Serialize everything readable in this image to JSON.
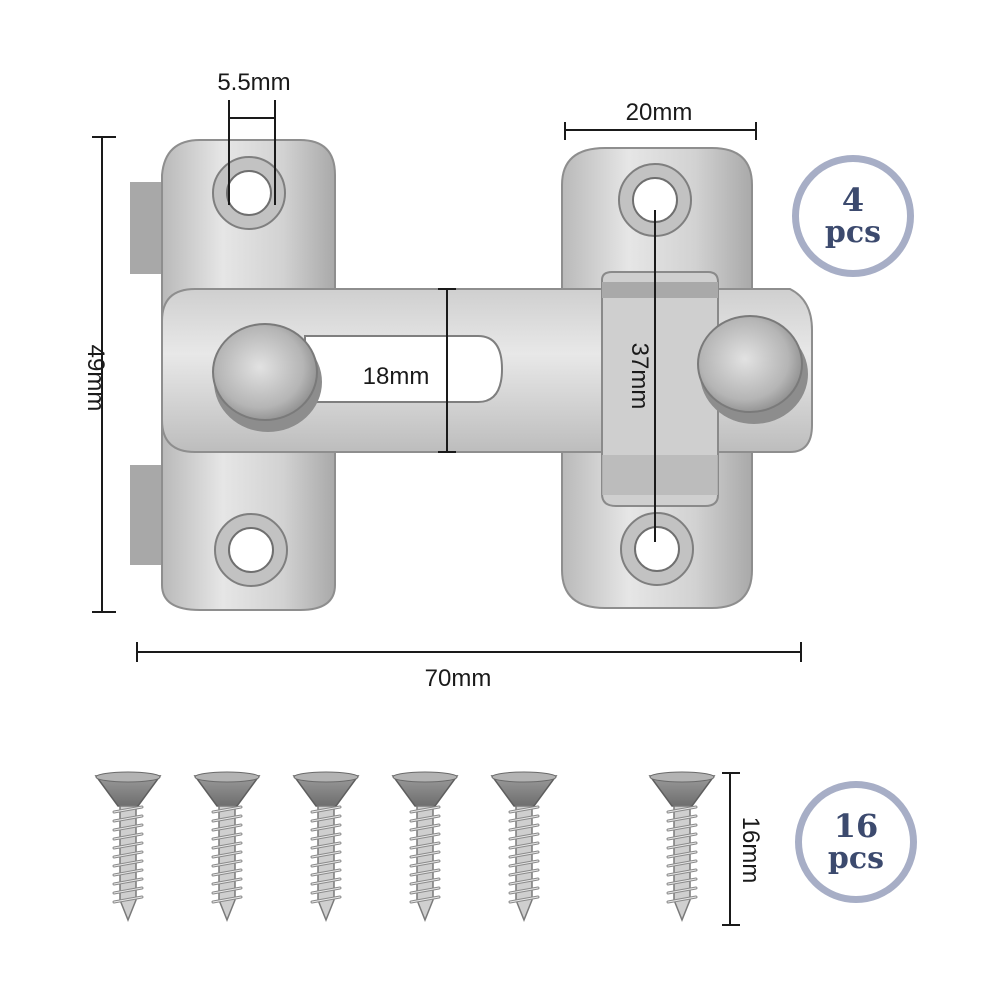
{
  "dimensions": {
    "hole_diameter": "5.5mm",
    "plate_width": "20mm",
    "height": "49mm",
    "slot_width": "18mm",
    "keeper_hole_spacing": "37mm",
    "total_length": "70mm",
    "screw_length": "16mm"
  },
  "badges": {
    "latch": {
      "count": "4",
      "unit": "pcs"
    },
    "screws": {
      "count": "16",
      "unit": "pcs"
    }
  },
  "colors": {
    "steel_light": "#e4e4e4",
    "steel_mid": "#c6c6c6",
    "steel_dark": "#8e8e8e",
    "dimension_line": "#1a1a1a",
    "badge_ring": "#a7aec6",
    "badge_text": "#3c4a6e"
  },
  "screw_count_shown": 6
}
